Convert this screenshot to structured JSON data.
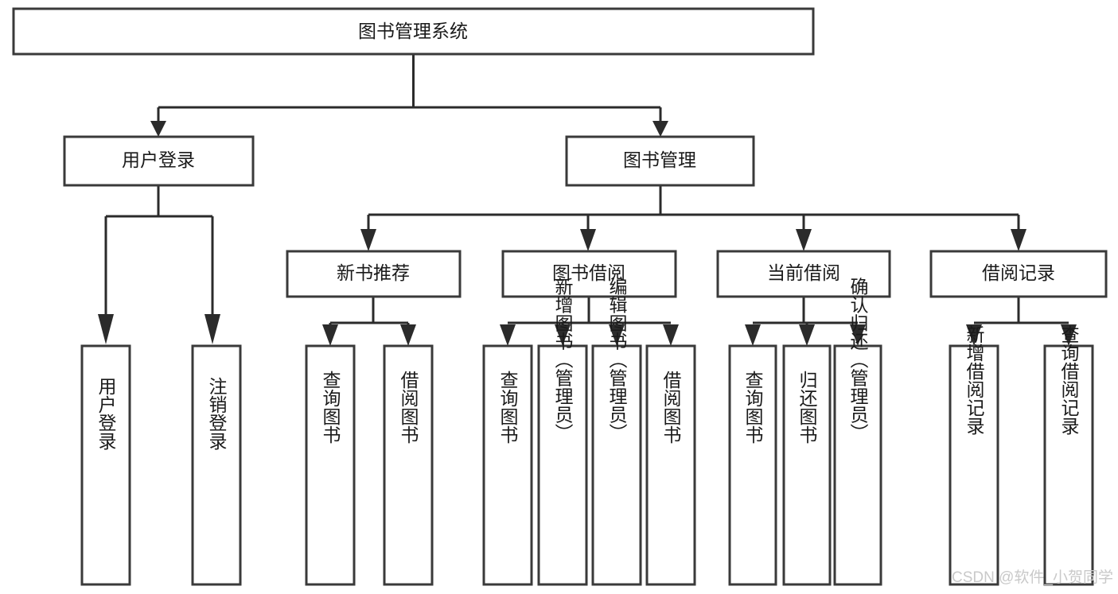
{
  "diagram": {
    "type": "tree-hierarchy",
    "title": "图书管理系统",
    "watermark": "CSDN @软件_小贺同学",
    "colors": {
      "box_stroke": "#3a3a3a",
      "connector": "#2b2b2b",
      "text": "#1a1a1a",
      "background": "#ffffff",
      "watermark": "#c9c9c9"
    },
    "root": {
      "label": "图书管理系统"
    },
    "level2": [
      {
        "label": "用户登录"
      },
      {
        "label": "图书管理"
      }
    ],
    "level3": [
      {
        "label": "新书推荐"
      },
      {
        "label": "图书借阅"
      },
      {
        "label": "当前借阅"
      },
      {
        "label": "借阅记录"
      }
    ],
    "leaves": {
      "user_login": [
        {
          "label": "用户登录"
        },
        {
          "label": "注销登录"
        }
      ],
      "new_book_recommend": [
        {
          "label": "查询图书"
        },
        {
          "label": "借阅图书"
        }
      ],
      "book_borrow": [
        {
          "label": "查询图书"
        },
        {
          "label": "新增图书（管理员）"
        },
        {
          "label": "编辑图书（管理员）"
        },
        {
          "label": "借阅图书"
        }
      ],
      "current_borrow": [
        {
          "label": "查询图书"
        },
        {
          "label": "归还图书"
        },
        {
          "label": "确认归还（管理员）"
        }
      ],
      "borrow_record": [
        {
          "label": "新增借阅记录"
        },
        {
          "label": "查询借阅记录"
        }
      ]
    }
  }
}
